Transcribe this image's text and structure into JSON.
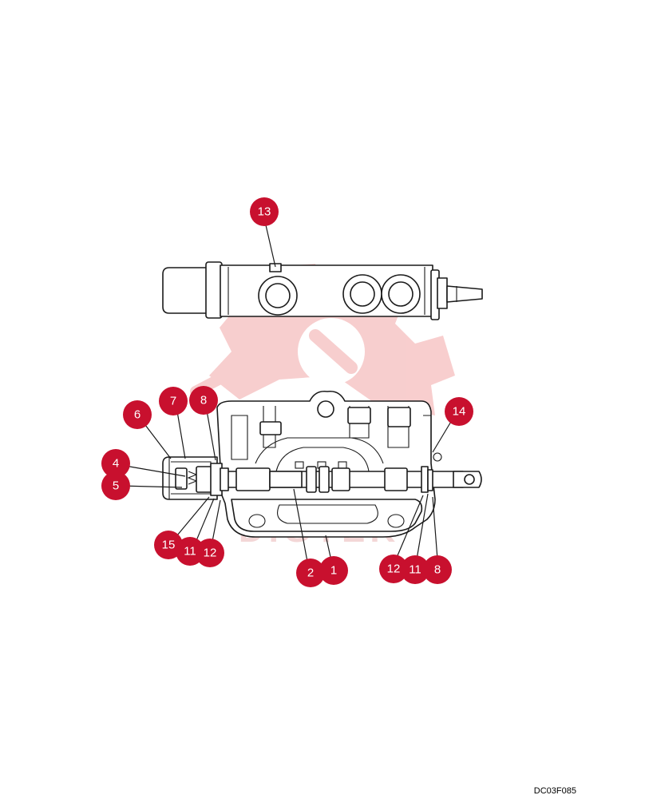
{
  "diagram": {
    "callouts": [
      {
        "id": "c13",
        "label": "13"
      },
      {
        "id": "c6",
        "label": "6"
      },
      {
        "id": "c7",
        "label": "7"
      },
      {
        "id": "c8a",
        "label": "8"
      },
      {
        "id": "c14",
        "label": "14"
      },
      {
        "id": "c4",
        "label": "4"
      },
      {
        "id": "c5",
        "label": "5"
      },
      {
        "id": "c15",
        "label": "15"
      },
      {
        "id": "c11a",
        "label": "11"
      },
      {
        "id": "c12a",
        "label": "12"
      },
      {
        "id": "c2",
        "label": "2"
      },
      {
        "id": "c1",
        "label": "1"
      },
      {
        "id": "c12b",
        "label": "12"
      },
      {
        "id": "c11b",
        "label": "11"
      },
      {
        "id": "c8b",
        "label": "8"
      }
    ],
    "drawing_code": "DC03F085",
    "colors": {
      "callout": "#c8102e",
      "watermark": "#f6c6c6",
      "ink": "#1a1a1a"
    }
  }
}
